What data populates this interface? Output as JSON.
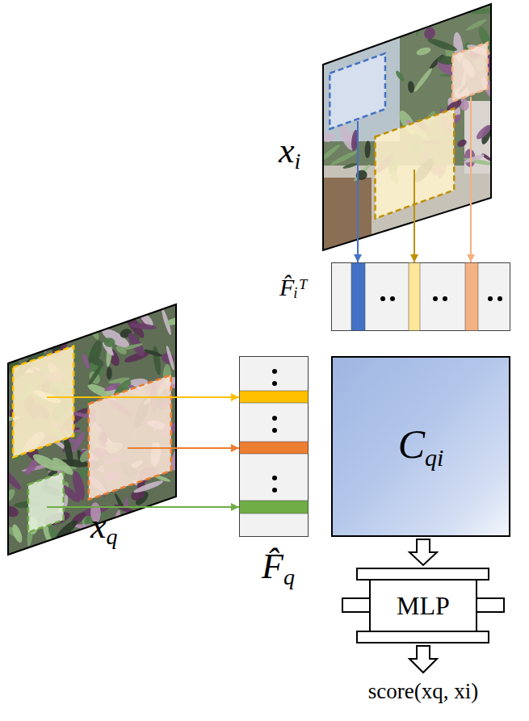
{
  "diagram": {
    "nodes": [
      {
        "text": [
          "xi"
        ]
      },
      {
        "text": [
          "F̂ᵢᵀ"
        ]
      },
      {
        "text": [
          "xq"
        ]
      },
      {
        "text": [
          "F̂q"
        ]
      },
      {
        "text": [
          "Cqi"
        ]
      },
      {
        "text": [
          "MLP"
        ]
      }
    ],
    "edges": [
      {
        "from": 0,
        "to": 1,
        "arrow": "to"
      },
      {
        "from": 0,
        "to": 1,
        "arrow": "to"
      },
      {
        "from": 0,
        "to": 1,
        "arrow": "to"
      },
      {
        "from": 2,
        "to": 3,
        "arrow": "to"
      },
      {
        "from": 2,
        "to": 3,
        "arrow": "to"
      },
      {
        "from": 2,
        "to": 3,
        "arrow": "to"
      },
      {
        "from": 4,
        "to": 5,
        "arrow": "to"
      }
    ],
    "labels": [
      "score(xq, xi)"
    ]
  }
}
